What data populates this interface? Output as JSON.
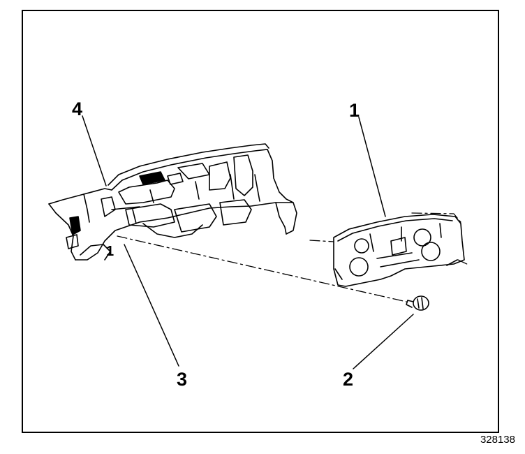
{
  "figure": {
    "id": "328138",
    "callouts": [
      {
        "label": "1",
        "part": "instrument-cluster"
      },
      {
        "label": "2",
        "part": "screw"
      },
      {
        "label": "3",
        "part": "mounting-hole"
      },
      {
        "label": "4",
        "part": "instrument-panel-carrier"
      }
    ],
    "inset_label": "1"
  },
  "colors": {
    "ink": "#000000",
    "paper": "#ffffff"
  }
}
